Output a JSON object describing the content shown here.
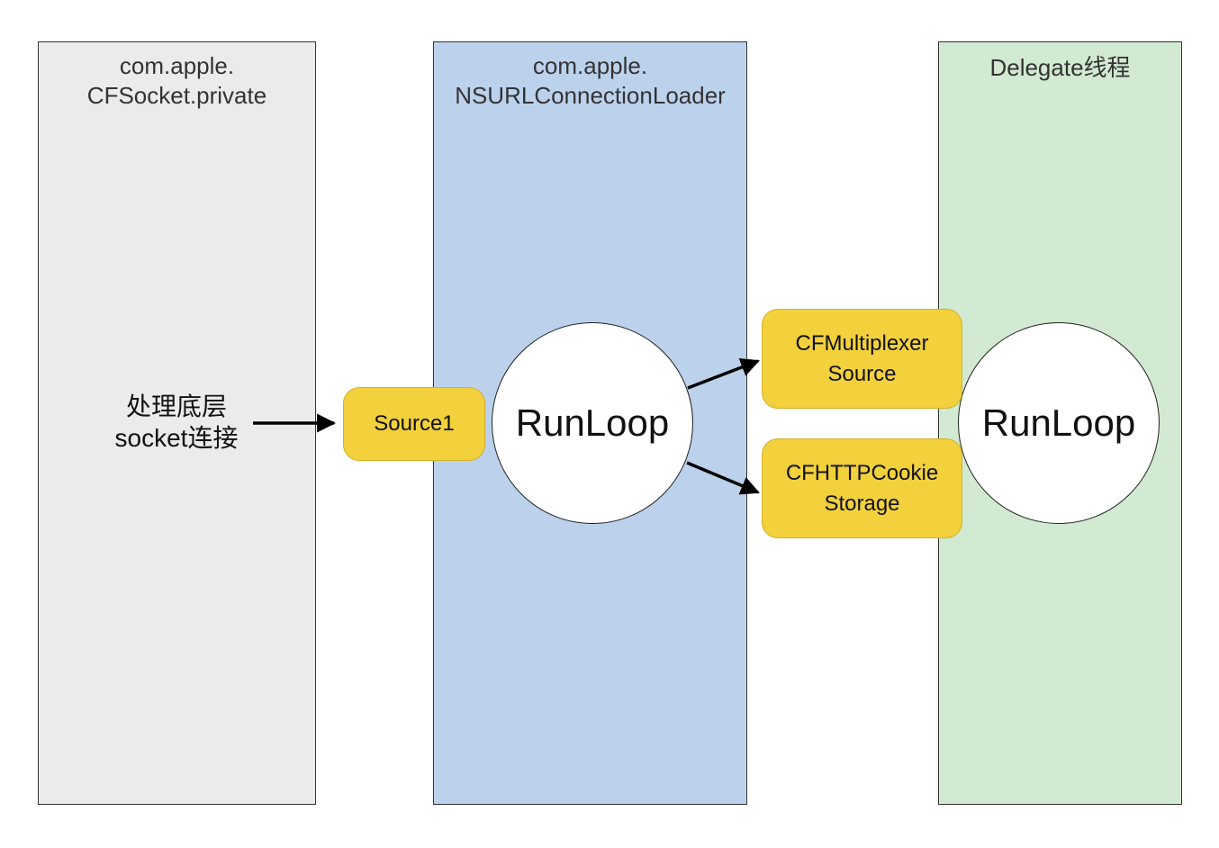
{
  "colors": {
    "lane_left": "#ebebeb",
    "lane_middle": "#bcd2ec",
    "lane_right": "#d2ead2",
    "source_box": "#f2d13c",
    "circle": "#ffffff",
    "arrow": "#000000"
  },
  "lanes": {
    "left": {
      "title_line1": "com.apple.",
      "title_line2": "CFSocket.private"
    },
    "middle": {
      "title_line1": "com.apple.",
      "title_line2": "NSURLConnectionLoader"
    },
    "right": {
      "title": "Delegate线程"
    }
  },
  "nodes": {
    "socket_label": {
      "line1": "处理底层",
      "line2": "socket连接"
    },
    "source1": {
      "label": "Source1"
    },
    "runloop_middle": {
      "label": "RunLoop"
    },
    "multiplexer": {
      "line1": "CFMultiplexer",
      "line2": "Source"
    },
    "cookie": {
      "line1": "CFHTTPCookie",
      "line2": "Storage"
    },
    "runloop_right": {
      "label": "RunLoop"
    }
  }
}
